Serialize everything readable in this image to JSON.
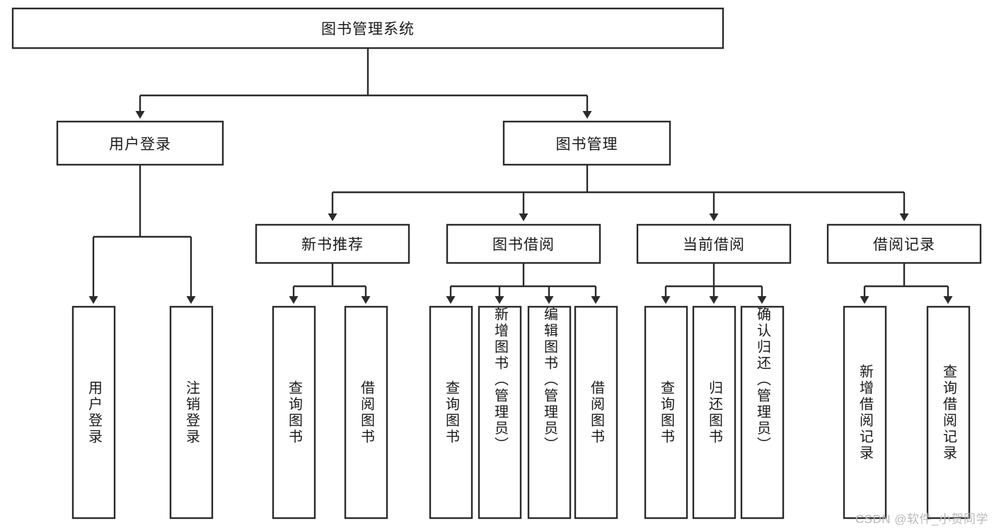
{
  "diagram": {
    "type": "hierarchy-tree",
    "title_node": {
      "label": "图书管理系统"
    },
    "level2": [
      {
        "label": "用户登录"
      },
      {
        "label": "图书管理"
      }
    ],
    "level3": [
      {
        "label": "新书推荐"
      },
      {
        "label": "图书借阅"
      },
      {
        "label": "当前借阅"
      },
      {
        "label": "借阅记录"
      }
    ],
    "leaves": {
      "user_login": [
        {
          "label": "用户登录"
        },
        {
          "label": "注销登录"
        }
      ],
      "new_book_recommend": [
        {
          "label": "查询图书"
        },
        {
          "label": "借阅图书"
        }
      ],
      "book_borrow": [
        {
          "label": "查询图书"
        },
        {
          "label": "新增图书（管理员）"
        },
        {
          "label": "编辑图书（管理员）"
        },
        {
          "label": "借阅图书"
        }
      ],
      "current_borrow": [
        {
          "label": "查询图书"
        },
        {
          "label": "归还图书"
        },
        {
          "label": "确认归还（管理员）"
        }
      ],
      "borrow_record": [
        {
          "label": "新增借阅记录"
        },
        {
          "label": "查询借阅记录"
        }
      ]
    }
  },
  "watermark": {
    "text": "CSDN @软件_小贺同学"
  },
  "colors": {
    "stroke": "#2b2b2b",
    "box_fill": "#ffffff",
    "text": "#1a1a1a",
    "watermark": "#b9b9b9",
    "background": "#ffffff"
  }
}
